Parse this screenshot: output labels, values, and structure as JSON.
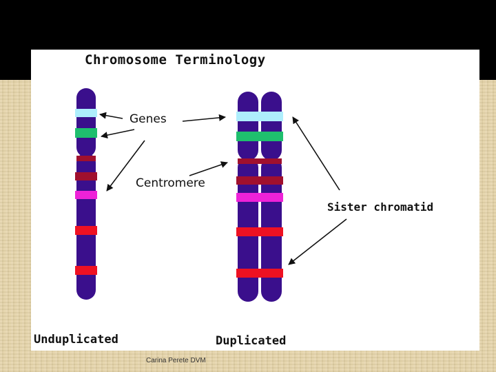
{
  "diagram": {
    "title": "Chromosome Terminology",
    "labels": {
      "genes": "Genes",
      "centromere": "Centromere",
      "sister_chromatid": "Sister chromatid",
      "unduplicated": "Unduplicated",
      "duplicated": "Duplicated"
    },
    "colors": {
      "chromosome": "#3a0f8c",
      "band_light_blue": "#aeeefc",
      "band_green": "#1fbf6e",
      "band_dark_red": "#a0102e",
      "band_magenta": "#ee22d8",
      "band_red": "#ee1122"
    }
  },
  "footer": {
    "credit": "Carina Perete DVM"
  }
}
